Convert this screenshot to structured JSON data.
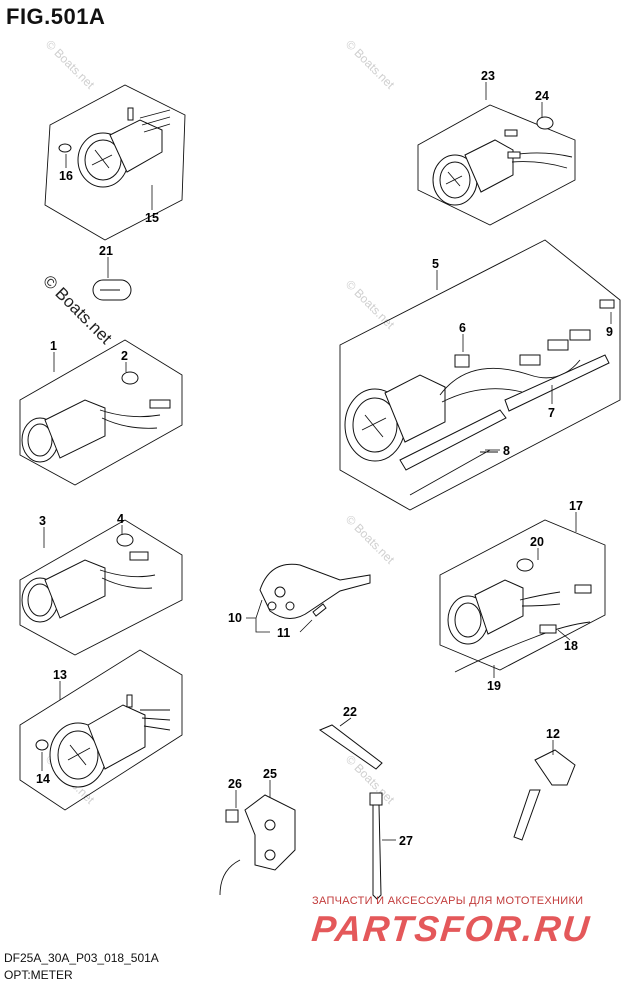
{
  "title": "FIG.501A",
  "footer": {
    "code": "DF25A_30A_P03_018_501A",
    "name": "OPT:METER"
  },
  "brand": {
    "subtitle": "ЗАПЧАСТИ И АКСЕССУАРЫ ДЛЯ МОТОТЕХНИКИ",
    "name": "PARTSFOR.RU"
  },
  "watermark": "© Boats.net",
  "callouts": [
    "1",
    "2",
    "3",
    "4",
    "5",
    "6",
    "7",
    "8",
    "9",
    "10",
    "11",
    "12",
    "13",
    "14",
    "15",
    "16",
    "17",
    "18",
    "19",
    "20",
    "21",
    "22",
    "23",
    "24",
    "25",
    "26",
    "27"
  ]
}
